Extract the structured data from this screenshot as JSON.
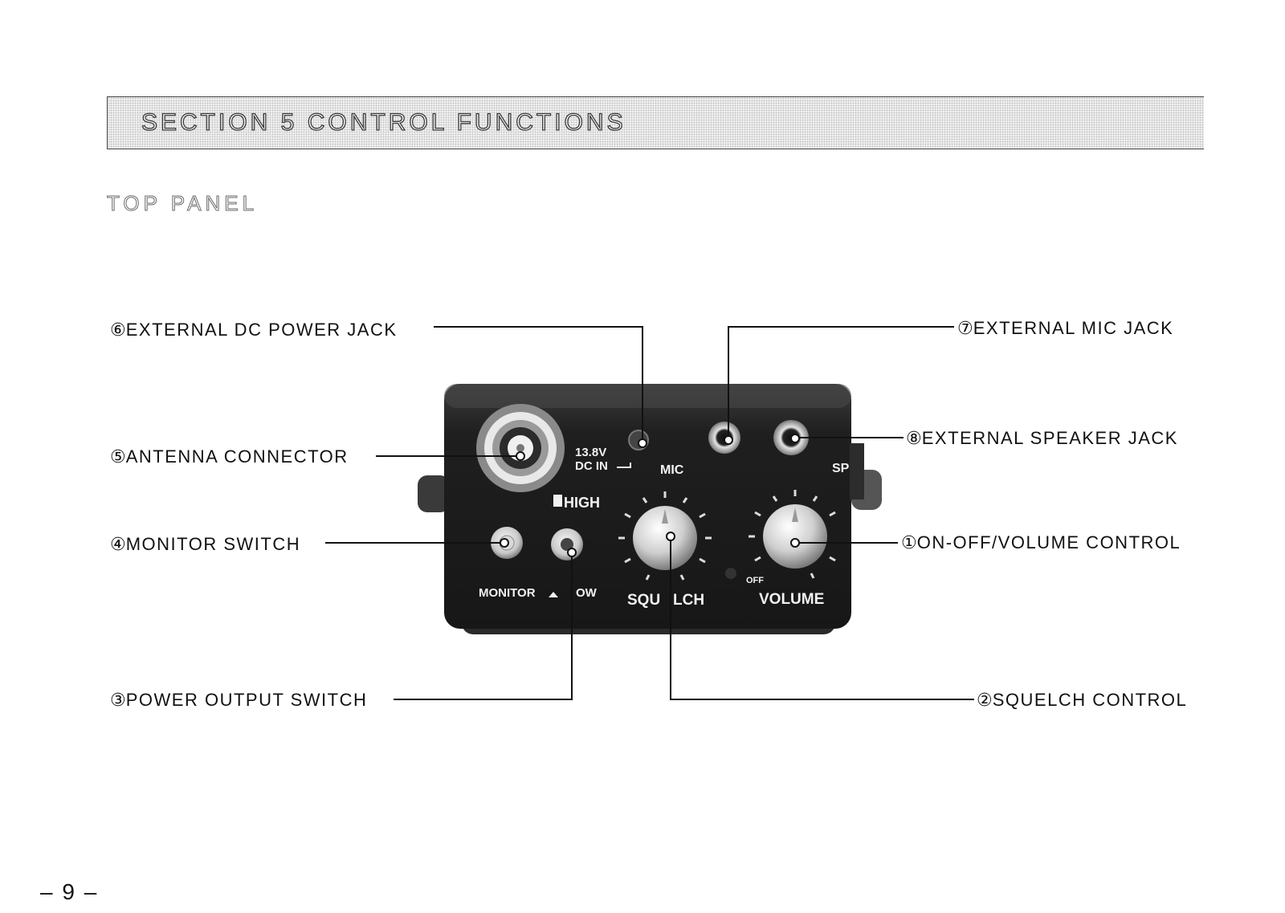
{
  "header": {
    "section_title": "SECTION 5 CONTROL FUNCTIONS"
  },
  "subtitle": "TOP PANEL",
  "panel_labels": {
    "dc_voltage": "13.8V",
    "dc_in": "DC IN",
    "mic": "MIC",
    "sp": "SP",
    "high": "HIGH",
    "monitor": "MONITOR",
    "low": "OW",
    "squelch": "SQU",
    "squelch_rest": "LCH",
    "volume": "VOLUME",
    "off": "OFF"
  },
  "callouts": [
    {
      "num": "⑥",
      "text": "EXTERNAL DC POWER JACK"
    },
    {
      "num": "⑤",
      "text": "ANTENNA CONNECTOR"
    },
    {
      "num": "④",
      "text": "MONITOR SWITCH"
    },
    {
      "num": "③",
      "text": "POWER OUTPUT SWITCH"
    },
    {
      "num": "⑦",
      "text": "EXTERNAL MIC JACK"
    },
    {
      "num": "⑧",
      "text": "EXTERNAL SPEAKER JACK"
    },
    {
      "num": "①",
      "text": "ON-OFF/VOLUME CONTROL"
    },
    {
      "num": "②",
      "text": "SQUELCH CONTROL"
    }
  ],
  "page_number": "– 9 –"
}
